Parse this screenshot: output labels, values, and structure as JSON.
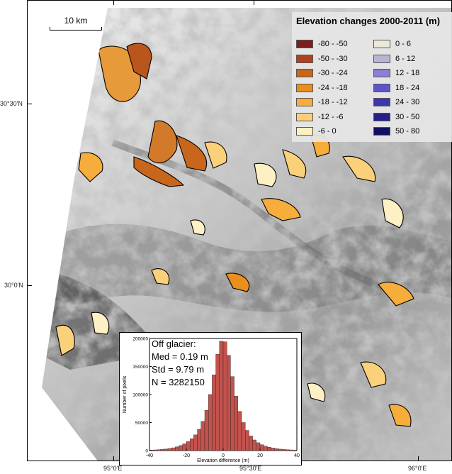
{
  "map": {
    "scale_bar": "10 km",
    "lat_labels": [
      "30°30'N",
      "30°0'N"
    ],
    "lon_labels": [
      "95°0'E",
      "95°30'E",
      "96°0'E"
    ]
  },
  "legend": {
    "title": "Elevation changes 2000-2011 (m)",
    "left": [
      {
        "label": "-80 - -50",
        "color": "#7e1f1f"
      },
      {
        "label": "-50 - -30",
        "color": "#b2401e"
      },
      {
        "label": "-30 - -24",
        "color": "#c8661c"
      },
      {
        "label": "-24 - -18",
        "color": "#ea8f1e"
      },
      {
        "label": "-18 - -12",
        "color": "#f6ad3b"
      },
      {
        "label": "-12 - -6",
        "color": "#fbd07b"
      },
      {
        "label": "-6 - 0",
        "color": "#fdf0c4"
      }
    ],
    "right": [
      {
        "label": "0 - 6",
        "color": "#ece9da"
      },
      {
        "label": "6 - 12",
        "color": "#b9b3d6"
      },
      {
        "label": "12 - 18",
        "color": "#8a7fd0"
      },
      {
        "label": "18 - 24",
        "color": "#5d55c9"
      },
      {
        "label": "24 - 30",
        "color": "#3c36b0"
      },
      {
        "label": "30 - 50",
        "color": "#25208c"
      },
      {
        "label": "50 - 80",
        "color": "#141060"
      }
    ]
  },
  "inset": {
    "stats_title": "Off glacier:",
    "stats_med": "Med = 0.19 m",
    "stats_std": "Std = 9.79 m",
    "stats_n": "N = 3282150",
    "bar_color": "#c2524c",
    "chart_data": {
      "type": "bar",
      "title": "",
      "xlabel": "Elevation difference (m)",
      "ylabel": "Number of pixels",
      "xlim": [
        -40,
        40
      ],
      "ylim": [
        0,
        200000
      ],
      "x_ticks": [
        "-40",
        "-20",
        "0",
        "20",
        "40"
      ],
      "y_ticks": [
        "0",
        "50000",
        "100000",
        "150000",
        "200000"
      ],
      "series": [
        {
          "bin_width": 2,
          "x": [
            -39,
            -37,
            -35,
            -33,
            -31,
            -29,
            -27,
            -25,
            -23,
            -21,
            -19,
            -17,
            -15,
            -13,
            -11,
            -9,
            -7,
            -5,
            -3,
            -1,
            1,
            3,
            5,
            7,
            9,
            11,
            13,
            15,
            17,
            19,
            21,
            23,
            25,
            27,
            29,
            31,
            33,
            35,
            37,
            39
          ],
          "values": [
            1000,
            1200,
            1600,
            2100,
            2800,
            3700,
            5000,
            6800,
            9000,
            12000,
            16000,
            21000,
            28000,
            38000,
            52000,
            72000,
            100000,
            135000,
            172000,
            195000,
            194000,
            170000,
            132000,
            97000,
            70000,
            50000,
            36000,
            26000,
            19000,
            14000,
            10500,
            8000,
            6000,
            4500,
            3400,
            2600,
            2000,
            1500,
            1200,
            1000
          ]
        }
      ]
    }
  }
}
